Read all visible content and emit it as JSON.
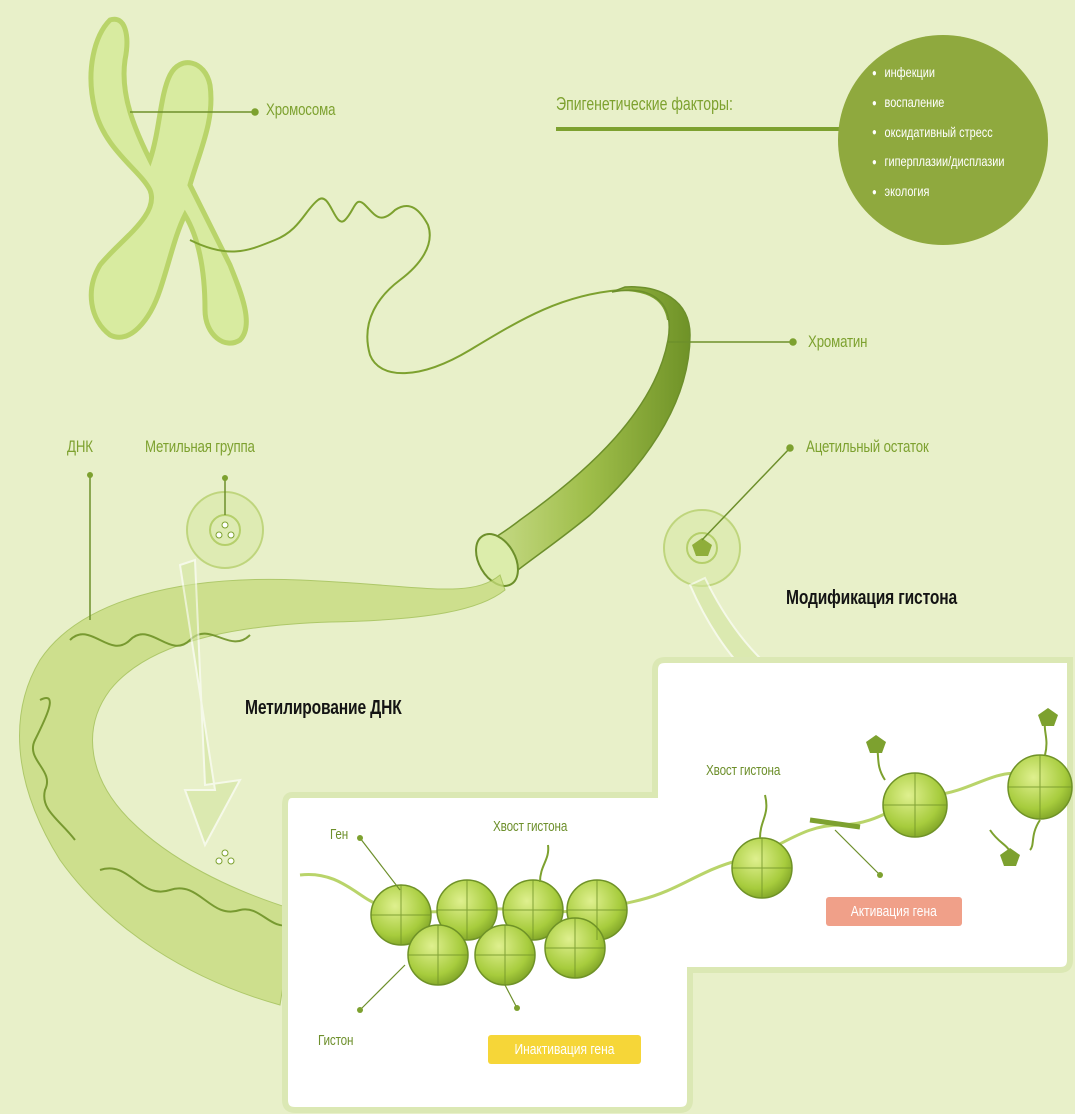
{
  "labels": {
    "chromosome": "Хромосома",
    "chromatin": "Хроматин",
    "dna": "ДНК",
    "methyl_group": "Метильная группа",
    "acetyl_residue": "Ацетильный остаток",
    "histone_modification": "Модификация гистона",
    "dna_methylation": "Метилирование ДНК",
    "histone_tail_right": "Хвост гистона",
    "histone_tail_left": "Хвост гистона",
    "gene": "Ген",
    "histone": "Гистон",
    "gene_activation": "Активация гена",
    "gene_inactivation": "Инактивация гена"
  },
  "epigenetic": {
    "title": "Эпигенетические факторы:",
    "factors": [
      "инфекции",
      "воспаление",
      "оксидативный стресс",
      "гиперплазии/дисплазии",
      "экология"
    ]
  },
  "colors": {
    "background": "#e8f0c9",
    "accent_green": "#7da12f",
    "factor_circle": "#8fa93e",
    "activation_badge": "#f0a089",
    "inactivation_badge": "#f6d638"
  }
}
